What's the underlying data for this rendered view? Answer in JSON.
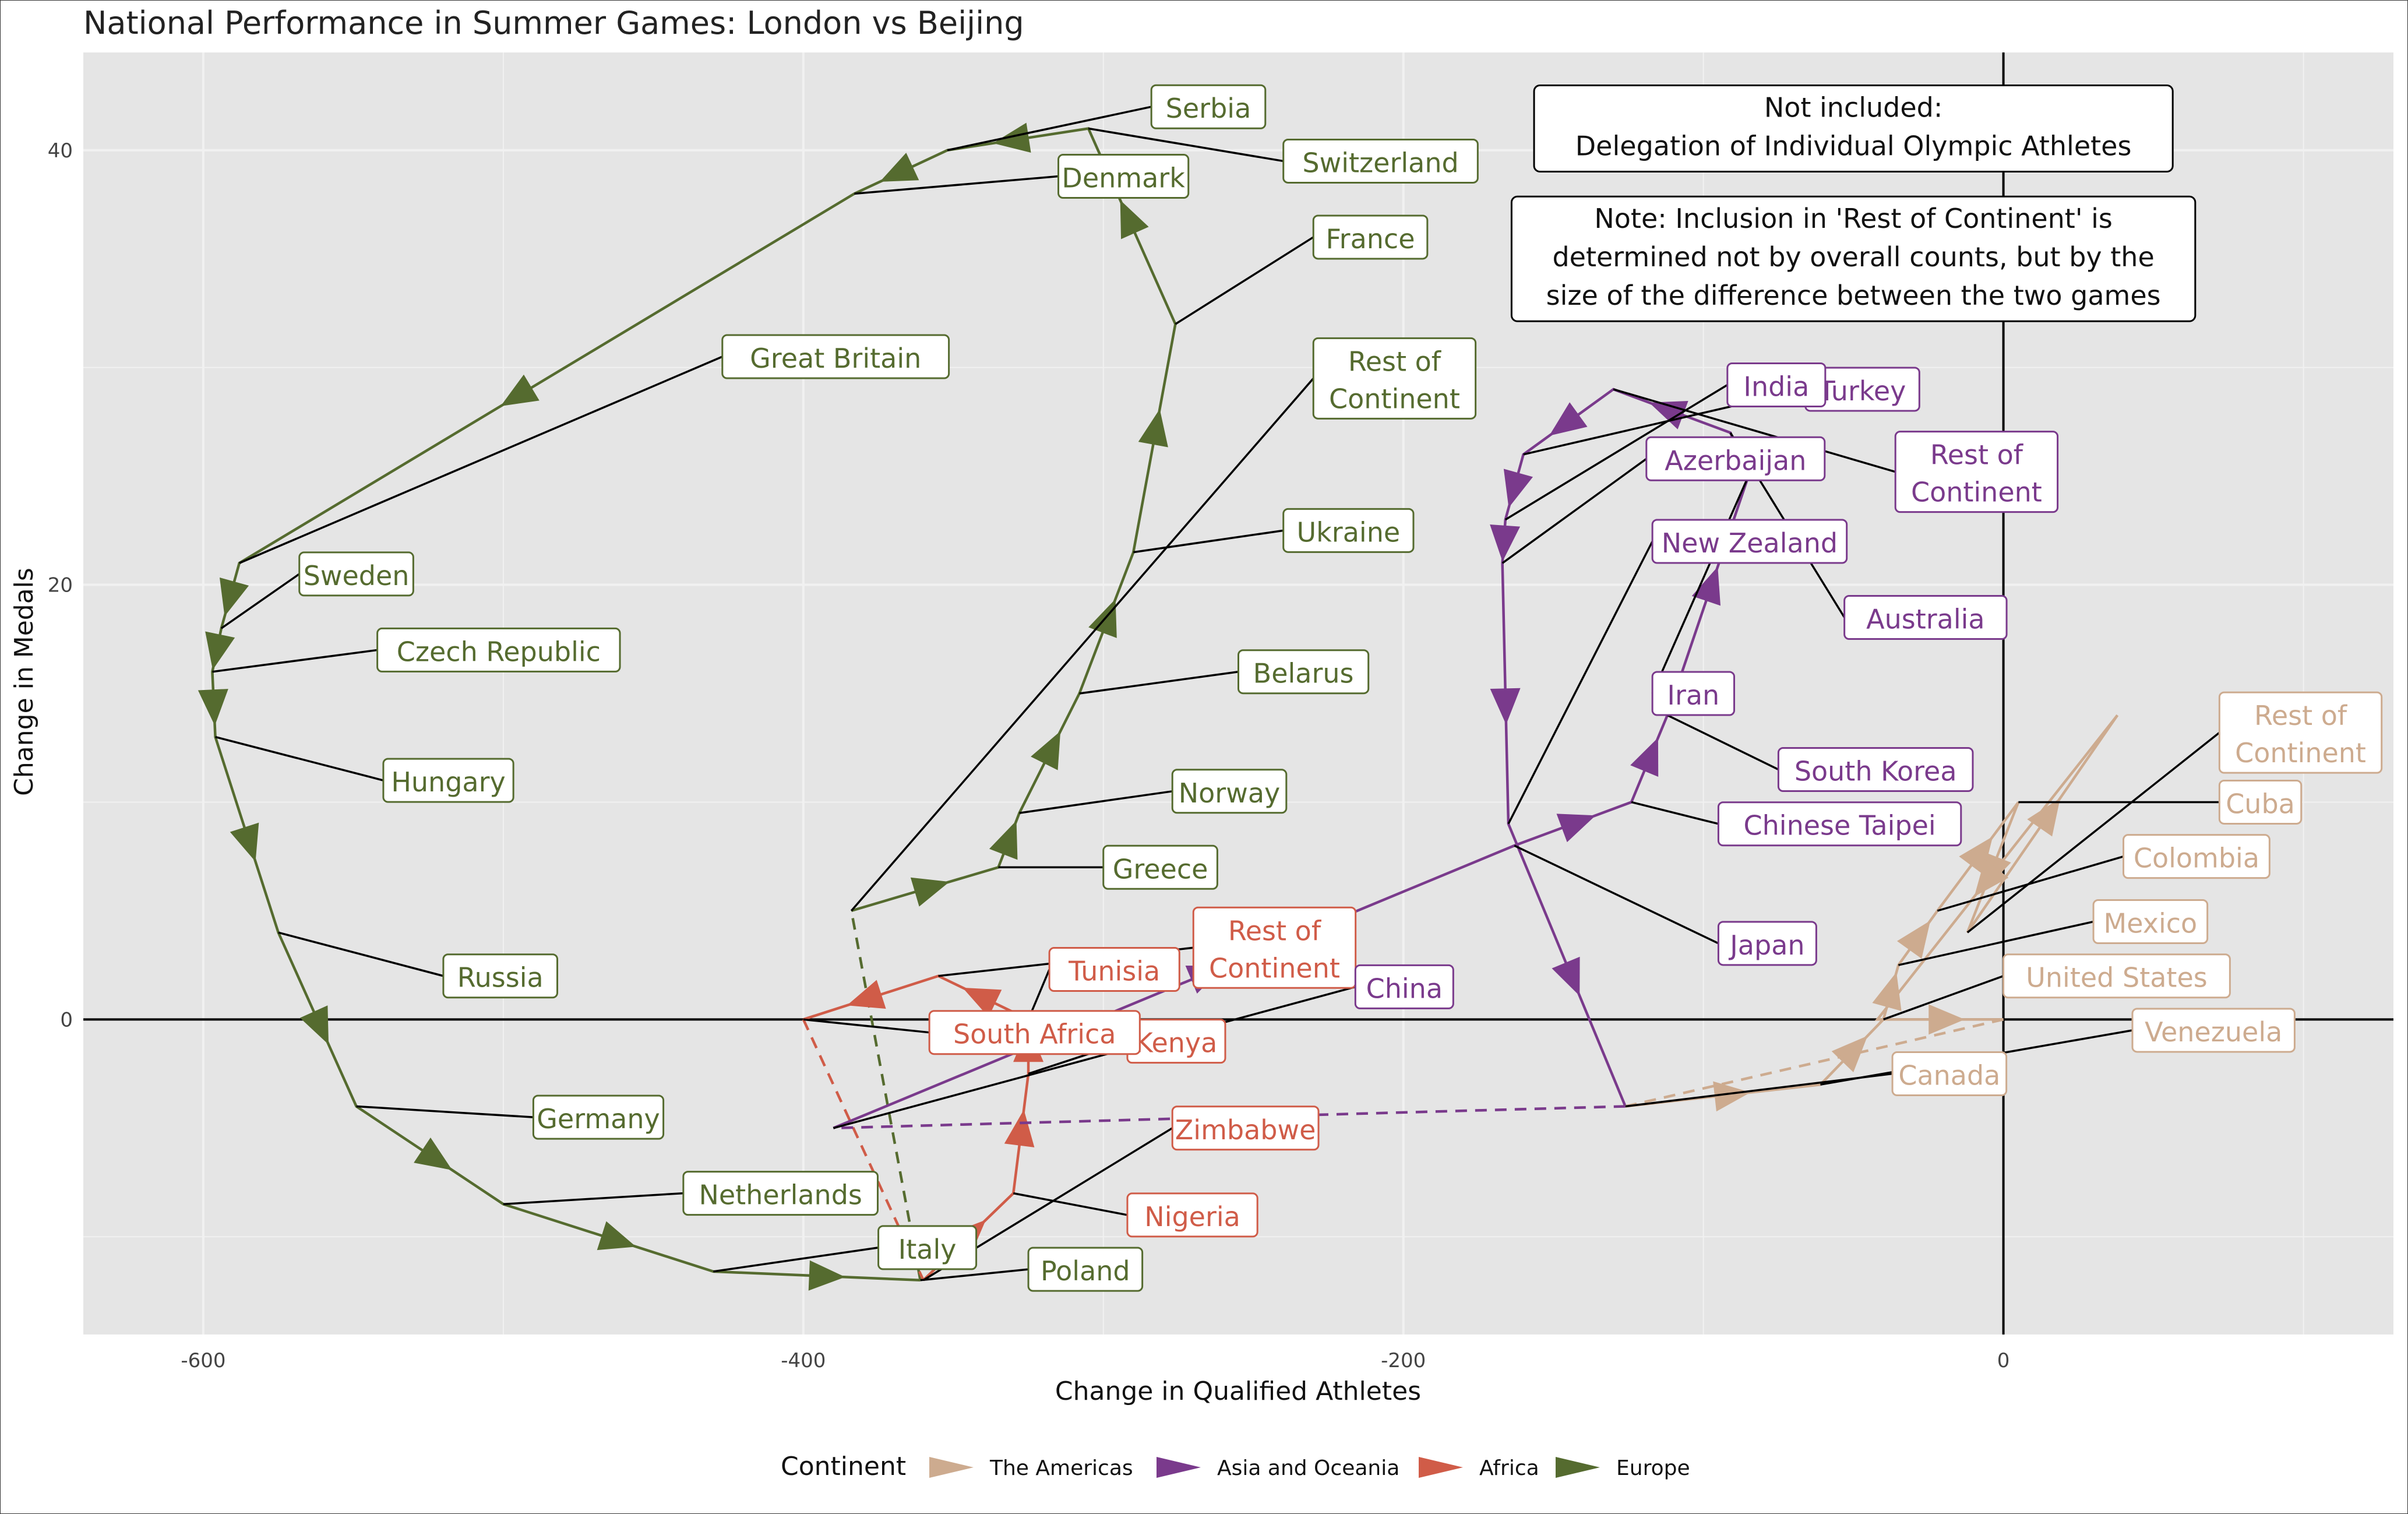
{
  "chart_data": {
    "type": "line",
    "title": "National Performance in Summer Games: London vs Beijing",
    "xlabel": "Change in Qualified Athletes",
    "ylabel": "Change in Medals",
    "xlim": [
      -640,
      130
    ],
    "ylim": [
      -14.5,
      44.5
    ],
    "x_ticks": [
      -600,
      -400,
      -200,
      0
    ],
    "y_ticks": [
      0,
      20,
      40
    ],
    "x_tick_labels": [
      "-600",
      "-400",
      "-200",
      "0"
    ],
    "y_tick_labels": [
      "0",
      "20",
      "40"
    ],
    "grid": true,
    "legend": {
      "title": "Continent",
      "position": "bottom",
      "items": [
        {
          "label": "The Americas",
          "series": "americas"
        },
        {
          "label": "Asia and Oceania",
          "series": "asia"
        },
        {
          "label": "Africa",
          "series": "africa"
        },
        {
          "label": "Europe",
          "series": "europe"
        }
      ]
    },
    "colors": {
      "americas": "#cdab8f",
      "asia": "#7a3a8c",
      "africa": "#d05c48",
      "europe": "#556b2f",
      "panel": "#e5e5e5",
      "grid": "#f1f1f1"
    },
    "notes": [
      {
        "lines": [
          "Not included:",
          "Delegation of Individual Olympic Athletes"
        ],
        "x": -50,
        "y": 41
      },
      {
        "lines": [
          "Note: Inclusion in 'Rest of Continent' is",
          "determined not by overall counts, but by the",
          "size of the difference between the two games"
        ],
        "x": -50,
        "y": 35
      }
    ],
    "series": [
      {
        "key": "europe",
        "name": "Europe",
        "countries": [
          {
            "name": "Rest of Continent",
            "x": -384,
            "y": 5,
            "label": "Rest of Continent",
            "lx": -230,
            "ly": 29.5
          },
          {
            "name": "Greece",
            "x": -335,
            "y": 7,
            "label": "Greece",
            "lx": -300,
            "ly": 7
          },
          {
            "name": "Norway",
            "x": -328,
            "y": 9.5,
            "label": "Norway",
            "lx": -277,
            "ly": 10.5
          },
          {
            "name": "Belarus",
            "x": -308,
            "y": 15,
            "label": "Belarus",
            "lx": -255,
            "ly": 16
          },
          {
            "name": "Ukraine",
            "x": -290,
            "y": 21.5,
            "label": "Ukraine",
            "lx": -240,
            "ly": 22.5
          },
          {
            "name": "France",
            "x": -276,
            "y": 32,
            "label": "France",
            "lx": -230,
            "ly": 36
          },
          {
            "name": "Switzerland",
            "x": -305,
            "y": 41,
            "label": "Switzerland",
            "lx": -240,
            "ly": 39.5
          },
          {
            "name": "Serbia",
            "x": -352,
            "y": 40,
            "label": "Serbia",
            "lx": -284,
            "ly": 42
          },
          {
            "name": "Denmark",
            "x": -383,
            "y": 38,
            "label": "Denmark",
            "lx": -315,
            "ly": 38.8
          },
          {
            "name": "Great Britain",
            "x": -588,
            "y": 21,
            "label": "Great Britain",
            "lx": -427,
            "ly": 30.5
          },
          {
            "name": "Sweden",
            "x": -594,
            "y": 18,
            "label": "Sweden",
            "lx": -568,
            "ly": 20.5
          },
          {
            "name": "Czech Republic",
            "x": -597,
            "y": 16,
            "label": "Czech Republic",
            "lx": -542,
            "ly": 17
          },
          {
            "name": "Hungary",
            "x": -596,
            "y": 13,
            "label": "Hungary",
            "lx": -540,
            "ly": 11
          },
          {
            "name": "Russia",
            "x": -575,
            "y": 4,
            "label": "Russia",
            "lx": -520,
            "ly": 2
          },
          {
            "name": "Germany",
            "x": -549,
            "y": -4,
            "label": "Germany",
            "lx": -490,
            "ly": -4.5
          },
          {
            "name": "Netherlands",
            "x": -500,
            "y": -8.5,
            "label": "Netherlands",
            "lx": -440,
            "ly": -8
          },
          {
            "name": "Italy",
            "x": -430,
            "y": -11.6,
            "label": "Italy",
            "lx": -375,
            "ly": -10.5
          },
          {
            "name": "Poland",
            "x": -361,
            "y": -12,
            "label": "Poland",
            "lx": -325,
            "ly": -11.5
          }
        ],
        "return": {
          "from": "Poland",
          "to": "Rest of Continent",
          "dashed": true
        }
      },
      {
        "key": "africa",
        "name": "Africa",
        "countries": [
          {
            "name": "Zimbabwe",
            "x": -360,
            "y": -12,
            "label": "Zimbabwe",
            "lx": -277,
            "ly": -5
          },
          {
            "name": "Nigeria",
            "x": -330,
            "y": -8,
            "label": "Nigeria",
            "lx": -292,
            "ly": -9
          },
          {
            "name": "Kenya",
            "x": -325,
            "y": -2.5,
            "label": "Kenya",
            "lx": -292,
            "ly": -1
          },
          {
            "name": "Tunisia",
            "x": -325,
            "y": 0,
            "label": "Tunisia",
            "lx": -318,
            "ly": 2.3
          },
          {
            "name": "Rest of Continent",
            "x": -355,
            "y": 2,
            "label": "Rest of Continent",
            "lx": -270,
            "ly": 3.3
          },
          {
            "name": "South Africa",
            "x": -400,
            "y": 0,
            "label": "South Africa",
            "lx": -358,
            "ly": -0.6
          }
        ],
        "return": {
          "from": "South Africa",
          "to": "Zimbabwe",
          "dashed": true
        }
      },
      {
        "key": "asia",
        "name": "Asia and Oceania",
        "countries": [
          {
            "name": "China",
            "x": -390,
            "y": -5,
            "label": "China",
            "lx": -216,
            "ly": 1.5
          },
          {
            "name": "Japan",
            "x": -163,
            "y": 8,
            "label": "Japan",
            "lx": -95,
            "ly": 3.5
          },
          {
            "name": "Chinese Taipei",
            "x": -124,
            "y": 10,
            "label": "Chinese Taipei",
            "lx": -95,
            "ly": 9
          },
          {
            "name": "South Korea",
            "x": -112,
            "y": 14,
            "label": "South Korea",
            "lx": -75,
            "ly": 11.5
          },
          {
            "name": "Iran",
            "x": -85,
            "y": 25,
            "label": "Iran",
            "lx": -117,
            "ly": 15
          },
          {
            "name": "Australia",
            "x": -91,
            "y": 27,
            "label": "Australia",
            "lx": -53,
            "ly": 18.5
          },
          {
            "name": "Rest of Continent",
            "x": -130,
            "y": 29,
            "label": "Rest of Continent",
            "lx": -36,
            "ly": 25.2
          },
          {
            "name": "Turkey",
            "x": -160,
            "y": 26,
            "label": "Turkey",
            "lx": -66,
            "ly": 29
          },
          {
            "name": "India",
            "x": -166,
            "y": 23,
            "label": "India",
            "lx": -92,
            "ly": 29.2
          },
          {
            "name": "Azerbaijan",
            "x": -167,
            "y": 21,
            "label": "Azerbaijan",
            "lx": -119,
            "ly": 25.8
          },
          {
            "name": "New Zealand",
            "x": -165,
            "y": 9,
            "label": "New Zealand",
            "lx": -117,
            "ly": 22
          },
          {
            "name": "End",
            "x": -126,
            "y": -4,
            "label": "",
            "lx": 0,
            "ly": 0
          }
        ],
        "return": {
          "from": "End",
          "to": "China",
          "dashed": true
        }
      },
      {
        "key": "americas",
        "name": "The Americas",
        "countries": [
          {
            "name": "Canada",
            "x": -126,
            "y": -4,
            "label": "Canada",
            "lx": -37,
            "ly": -2.5
          },
          {
            "name": "Venezuela",
            "x": -61,
            "y": -3,
            "label": "Venezuela",
            "lx": 43,
            "ly": -0.5
          },
          {
            "name": "United States",
            "x": -40,
            "y": 0,
            "label": "United States",
            "lx": 0,
            "ly": 2
          },
          {
            "name": "Mexico",
            "x": -35,
            "y": 2.5,
            "label": "Mexico",
            "lx": 30,
            "ly": 4.5
          },
          {
            "name": "Colombia",
            "x": -22,
            "y": 5,
            "label": "Colombia",
            "lx": 40,
            "ly": 7.5
          },
          {
            "name": "Cuba",
            "x": 5,
            "y": 10,
            "label": "Cuba",
            "lx": 72,
            "ly": 10
          },
          {
            "name": "Rest of Continent",
            "x": -12,
            "y": 4,
            "label": "Rest of Continent",
            "lx": 72,
            "ly": 13.2
          },
          {
            "name": "Turn",
            "x": 38,
            "y": 14,
            "label": "",
            "lx": 0,
            "ly": 0
          },
          {
            "name": "Back",
            "x": -42,
            "y": 0,
            "label": "",
            "lx": 0,
            "ly": 0
          },
          {
            "name": "End",
            "x": 0,
            "y": 0,
            "label": "",
            "lx": 0,
            "ly": 0
          }
        ],
        "return": {
          "from": "End",
          "to": "Canada",
          "dashed": true
        }
      }
    ]
  }
}
